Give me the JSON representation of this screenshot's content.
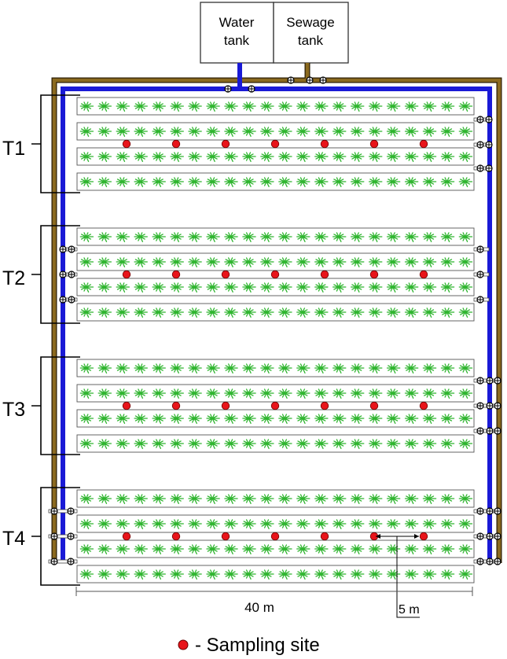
{
  "tanks": {
    "water_line1": "Water",
    "water_line2": "tank",
    "sewage_line1": "Sewage",
    "sewage_line2": "tank"
  },
  "treatments": [
    "T1",
    "T2",
    "T3",
    "T4"
  ],
  "dimensions": {
    "width_label": "40 m",
    "spacing_label": "5 m"
  },
  "legend": {
    "text": "- Sampling site"
  },
  "layout": {
    "beds_per_treatment": 4,
    "sampling_sites_per_treatment": 7,
    "plants_per_bed": 22
  },
  "colors": {
    "water_pipe": "#1a1ad6",
    "sewage_pipe": "#8b6a1f",
    "plant": "#2fb52f",
    "sampling_site": "#e8141a",
    "bed_outline": "#555555"
  }
}
